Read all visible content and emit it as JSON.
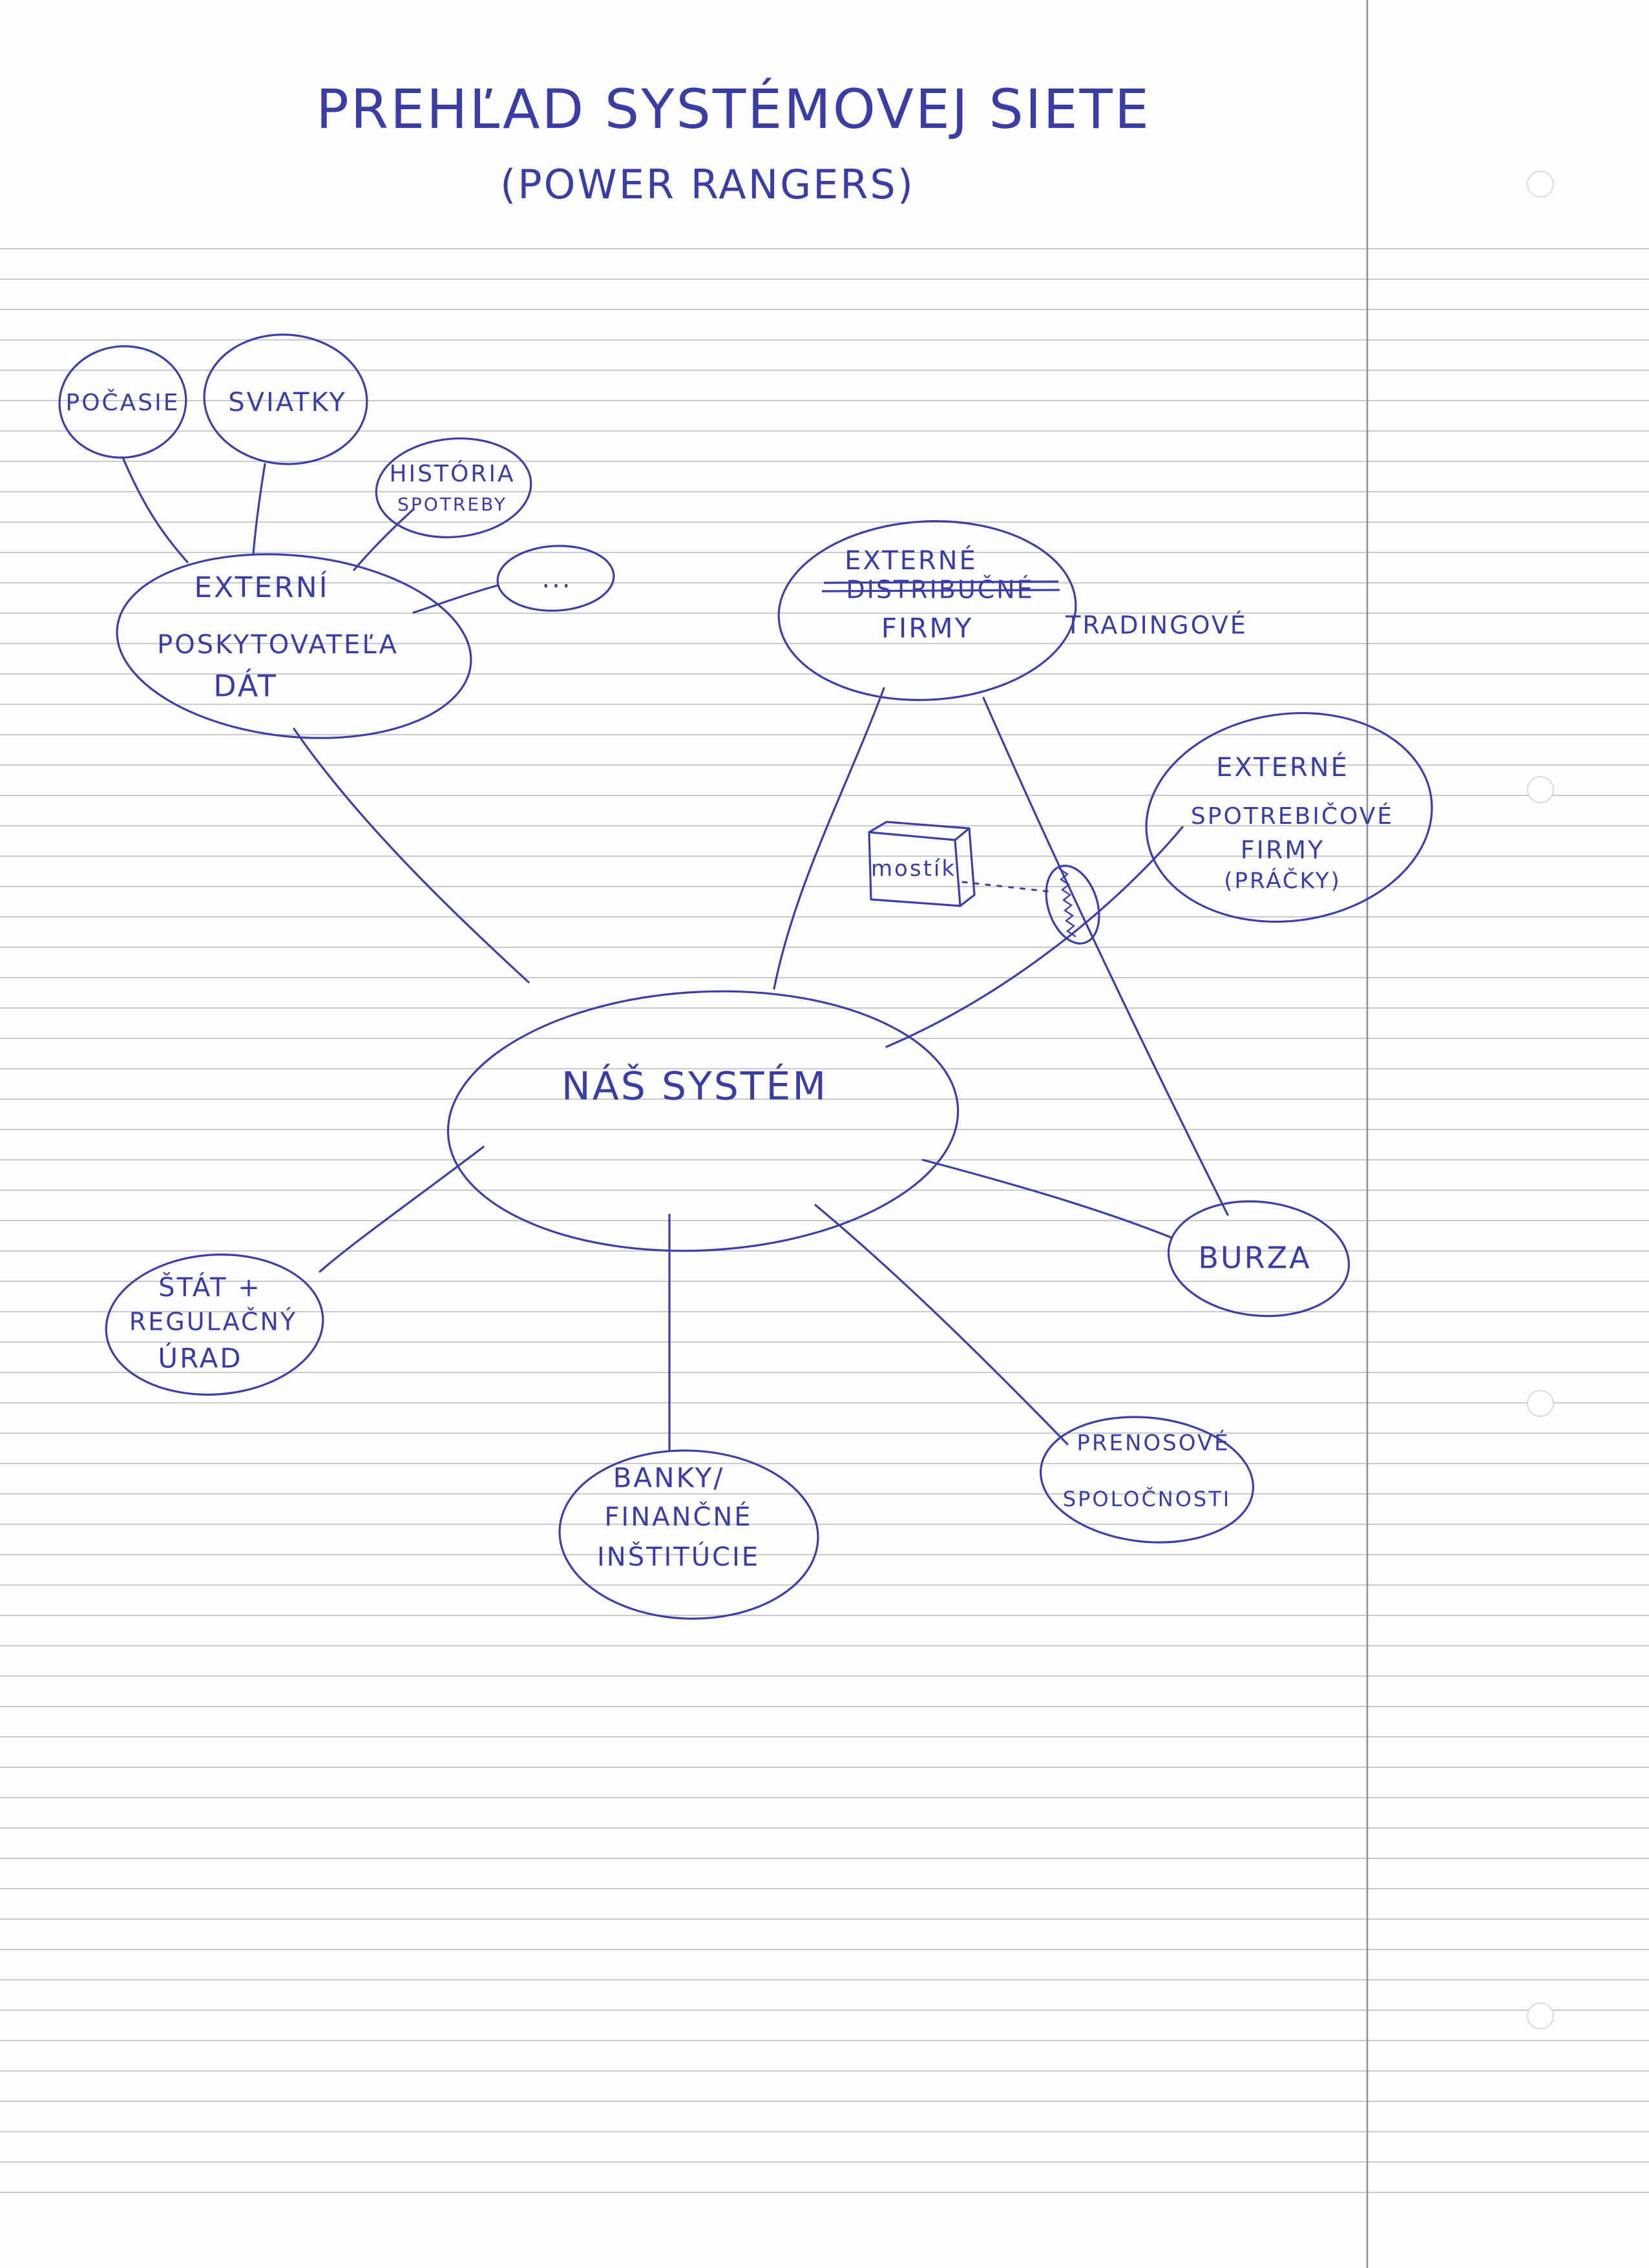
{
  "title": {
    "line1": "PREHĽAD SYSTÉMOVEJ SIETE",
    "line2": "(POWER RANGERS)"
  },
  "nodes": {
    "pocasie": "POČASIE",
    "sviatky": "SVIATKY",
    "historia_line1": "HISTÓRIA",
    "historia_line2": "SPOTREBY",
    "more": "...",
    "data_providers_line1": "EXTERNÍ",
    "data_providers_line2": "POSKYTOVATEĽA",
    "data_providers_line3": "DÁT",
    "external_firms_line1": "EXTERNÉ",
    "external_firms_struck": "DISTRIBUČNÉ",
    "external_firms_line2": "FIRMY",
    "external_firms_inserted": "TRADINGOVÉ",
    "consumer_line1": "EXTERNÉ",
    "consumer_line2": "SPOTREBIČOVÉ",
    "consumer_line3": "FIRMY",
    "consumer_line4": "(PRÁČKY)",
    "bridge": "mostík",
    "our_system": "NÁŠ SYSTÉM",
    "burza": "BURZA",
    "state_line1": "ŠTÁT +",
    "state_line2": "REGULAČNÝ",
    "state_line3": "ÚRAD",
    "banks_line1": "BANKY/",
    "banks_line2": "FINANČNÉ",
    "banks_line3": "INŠTITÚCIE",
    "transmission_line1": "PRENOSOVÉ",
    "transmission_line2": "SPOLOČNOSTI"
  },
  "colors": {
    "ink": "#3c3fa8",
    "paper": "#fdfdfd",
    "rules": "#c9c9cf",
    "margin": "#8c8ca8"
  }
}
